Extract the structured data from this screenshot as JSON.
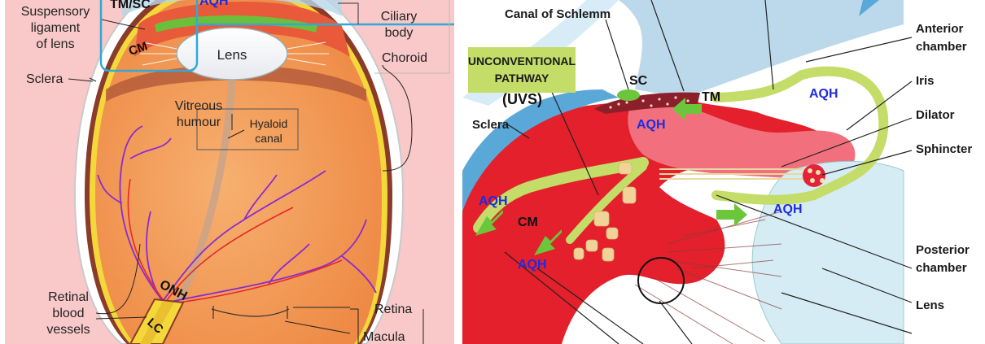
{
  "left_panel": {
    "labels": {
      "tm_sc": "TM/SC",
      "aqh": "AQH",
      "suspensory_1": "Suspensory",
      "suspensory_2": "ligament",
      "suspensory_3": "of lens",
      "cm": "CM",
      "lens": "Lens",
      "ciliary_1": "Ciliary",
      "ciliary_2": "body",
      "choroid": "Choroid",
      "sclera": "Sclera",
      "vitreous_1": "Vitreous",
      "vitreous_2": "humour",
      "hyaloid_1": "Hyaloid",
      "hyaloid_2": "canal",
      "retinal_1": "Retinal",
      "retinal_2": "blood",
      "retinal_3": "vessels",
      "onh": "ONH",
      "lc": "LC",
      "retina": "Retina",
      "macula": "Macula"
    }
  },
  "right_panel": {
    "labels": {
      "canal_schlemm": "Canal of Schlemm",
      "unconv_1": "UNCONVENTIONAL",
      "unconv_2": "PATHWAY",
      "uvs": "(UVS)",
      "sc": "SC",
      "tm": "TM",
      "aqh_top": "AQH",
      "aqh_tm": "AQH",
      "aqh_left": "AQH",
      "aqh_cm": "AQH",
      "aqh_post": "AQH",
      "cm": "CM",
      "sclera": "Sclera",
      "anterior_1": "Anterior",
      "anterior_2": "chamber",
      "iris": "Iris",
      "dilator": "Dilator",
      "sphincter": "Sphincter",
      "posterior_1": "Posterior",
      "posterior_2": "chamber",
      "lens": "Lens"
    }
  },
  "colors": {
    "pink_bg": "#f9c9c9",
    "eye_orange": "#f6a05a",
    "sclera_blue": "#5aa8d8",
    "ciliary_red": "#e5202a",
    "pathway_green": "#c4dc68",
    "arrow_green": "#6cc63c",
    "label_blue": "#1f2be0",
    "highlight_cyan": "#31a8d6"
  }
}
